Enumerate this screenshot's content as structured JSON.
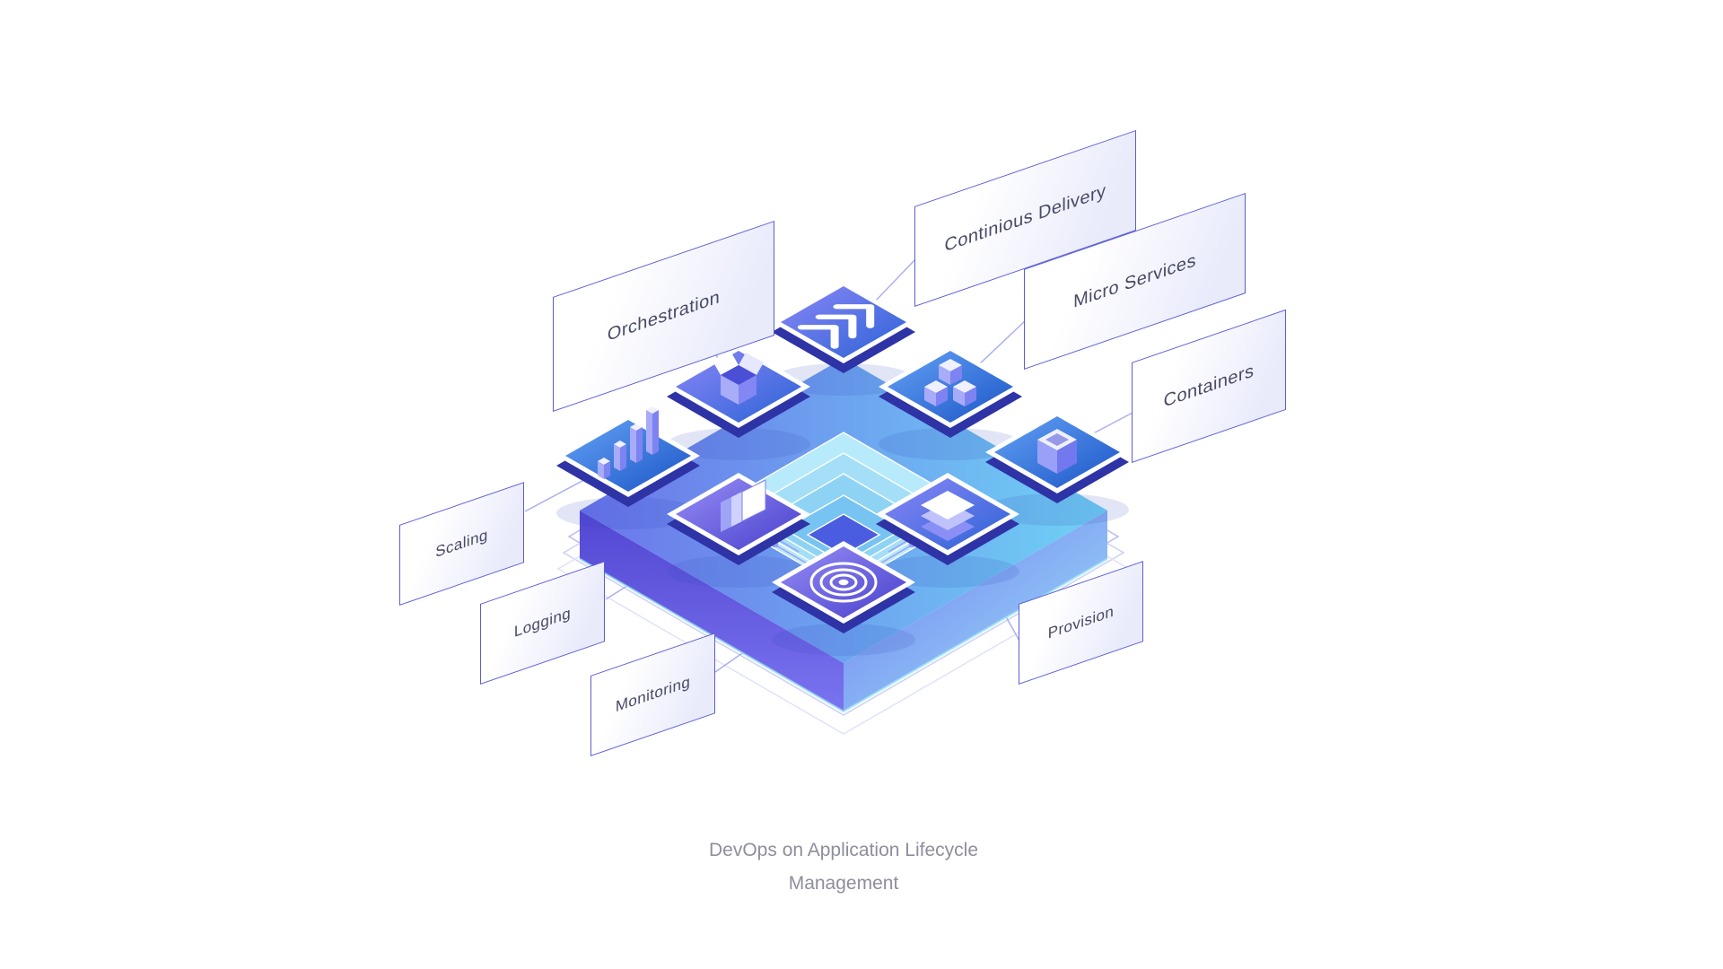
{
  "title": {
    "line1": "DevOps on Application Lifecycle",
    "line2": "Management"
  },
  "labels": {
    "orchestration": "Orchestration",
    "continious_delivery": "Continious Delivery",
    "micro_services": "Micro Services",
    "containers": "Containers",
    "scaling": "Scaling",
    "logging": "Logging",
    "monitoring": "Monitoring",
    "provision": "Provision"
  },
  "icons": {
    "continious_delivery": "fast-forward-arrows-icon",
    "micro_services": "cubes-cluster-icon",
    "containers": "container-box-icon",
    "provision": "stacked-layers-icon",
    "monitoring": "lens-eye-icon",
    "logging": "document-stack-icon",
    "scaling": "ascending-bars-icon",
    "orchestration": "open-package-icon"
  },
  "colors": {
    "accent": "#5a5ed6",
    "label_text": "#494a66",
    "title_text": "#8e8e9c",
    "platform_left_face": "#5246d2",
    "platform_right_face": "#9fe2f8",
    "platform_top_left": "#6b74ea",
    "platform_top_right": "#6fd2f5",
    "tile_gradient_blue": "#1c55c8",
    "tile_gradient_purple": "#4840cc",
    "connector_line": "#aab0ee"
  }
}
